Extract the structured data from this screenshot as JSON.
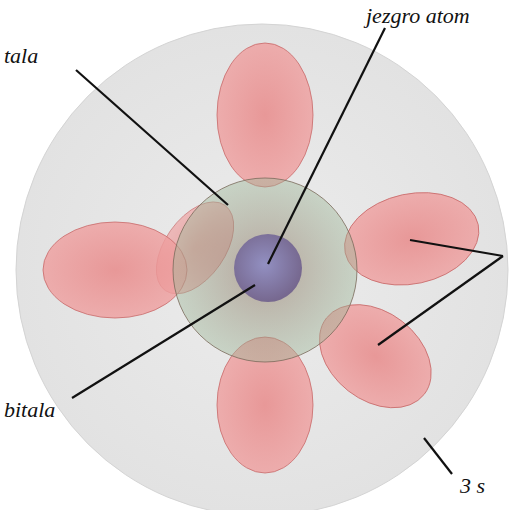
{
  "diagram": {
    "labels": [
      "tala",
      "jezgro atom",
      "bitala",
      "3 s"
    ]
  }
}
